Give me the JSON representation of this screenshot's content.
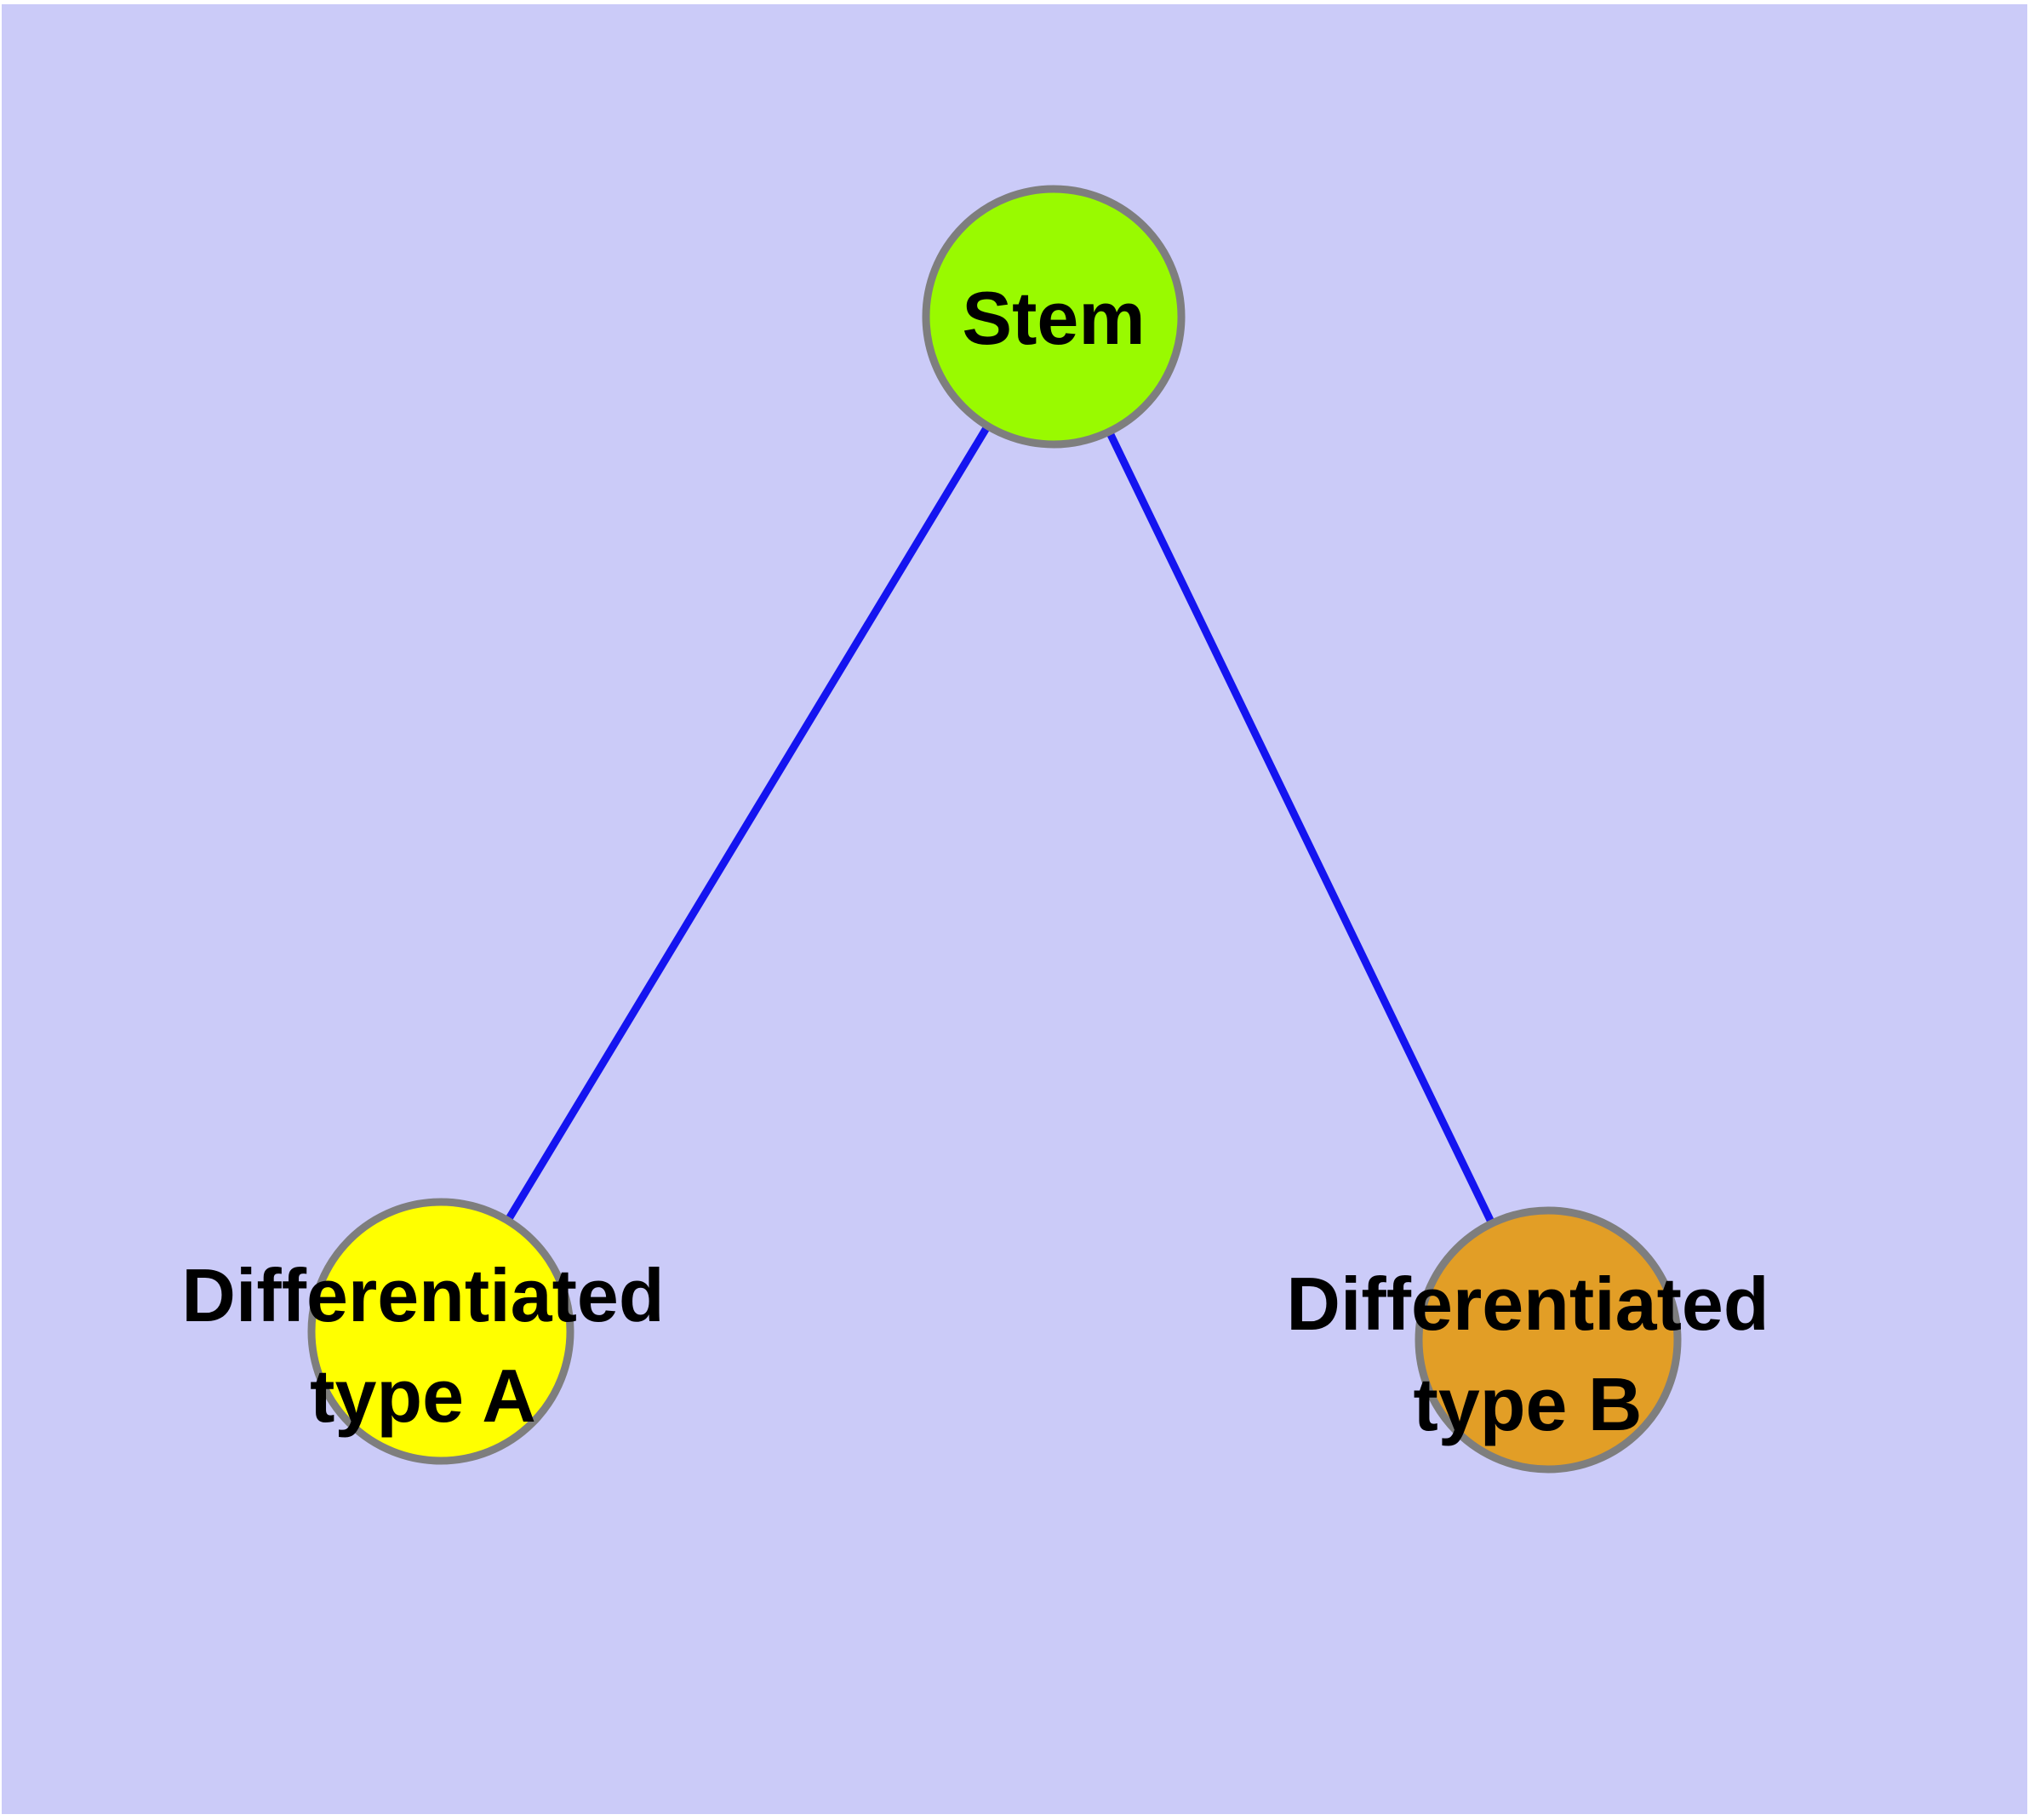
{
  "diagram": {
    "background_color": "#cbcbf8",
    "frame_color": "#ffffff",
    "edge_color": "#1414f0",
    "node_border_color": "#7e7e7e",
    "text_color": "#000000",
    "nodes": [
      {
        "id": "stem",
        "label": "Stem",
        "color": "#99fa00"
      },
      {
        "id": "differentiated-type-a",
        "label_line1": "Differentiated",
        "label_line2": "type A",
        "color": "#ffff00"
      },
      {
        "id": "differentiated-type-b",
        "label_line1": "Differentiated",
        "label_line2": "type B",
        "color": "#e29e26"
      }
    ],
    "edges": [
      {
        "from": "stem",
        "to": "differentiated-type-a"
      },
      {
        "from": "stem",
        "to": "differentiated-type-b"
      }
    ]
  }
}
